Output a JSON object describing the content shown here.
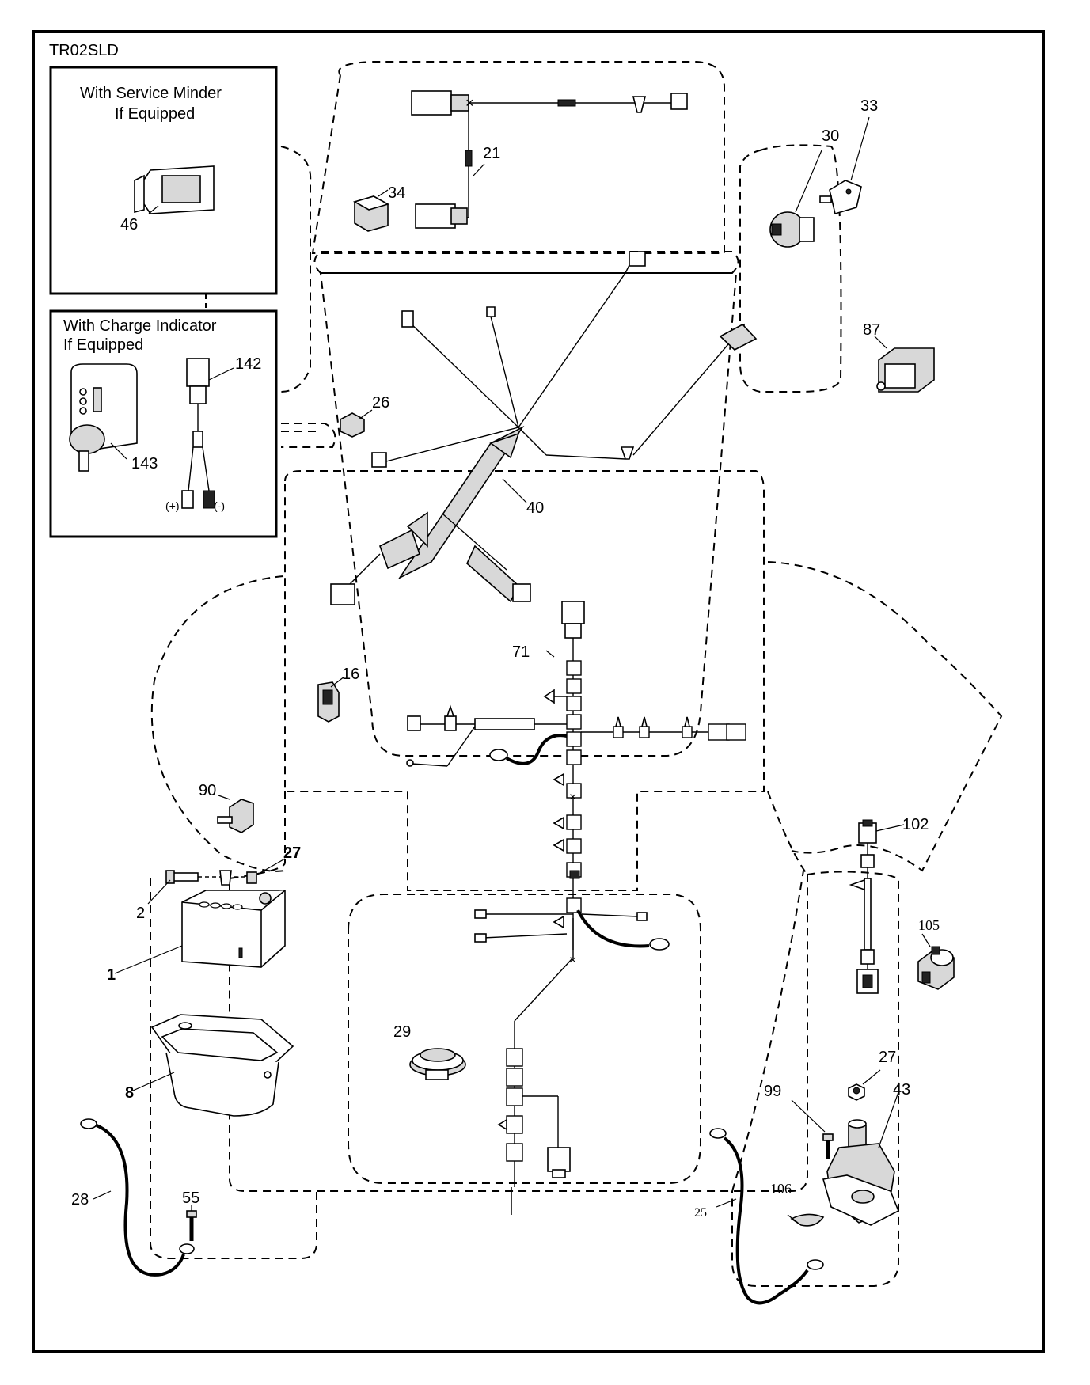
{
  "diagram_code": "TR02SLD",
  "insets": {
    "service_minder": {
      "line1": "With Service Minder",
      "line2": "If Equipped"
    },
    "charge_indicator": {
      "line1": "With Charge Indicator",
      "line2": "If Equipped",
      "plus": "(+)",
      "minus": "(-)"
    }
  },
  "callouts": {
    "c1": "1",
    "c2": "2",
    "c8": "8",
    "c16": "16",
    "c21": "21",
    "c25": "25",
    "c26": "26",
    "c27a": "27",
    "c27b": "27",
    "c28": "28",
    "c29": "29",
    "c30": "30",
    "c33": "33",
    "c34": "34",
    "c40": "40",
    "c43": "43",
    "c46": "46",
    "c55": "55",
    "c71": "71",
    "c87": "87",
    "c90": "90",
    "c99": "99",
    "c102": "102",
    "c105": "105",
    "c106": "106",
    "c142": "142",
    "c143": "143"
  }
}
